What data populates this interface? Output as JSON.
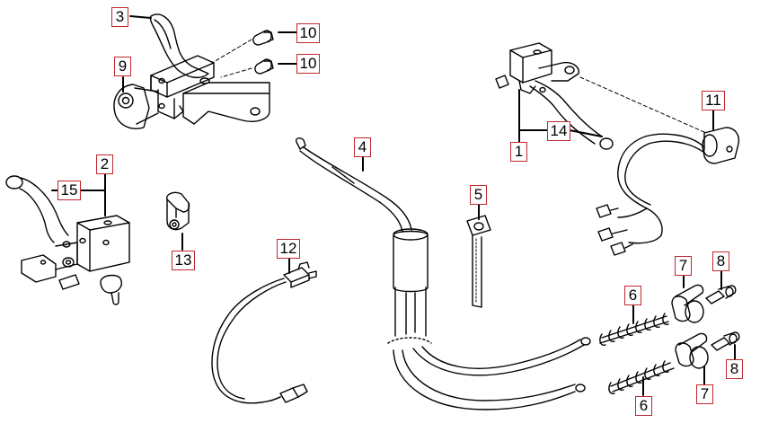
{
  "diagram": {
    "callouts": {
      "c1": "1",
      "c2": "2",
      "c3": "3",
      "c4": "4",
      "c5": "5",
      "c6a": "6",
      "c6b": "6",
      "c7a": "7",
      "c7b": "7",
      "c8a": "8",
      "c8b": "8",
      "c9": "9",
      "c10a": "10",
      "c10b": "10",
      "c11": "11",
      "c12": "12",
      "c13": "13",
      "c14": "14",
      "c15": "15"
    },
    "colors": {
      "outline": "#000000",
      "callout_border": "#c0282d",
      "background": "#ffffff"
    }
  }
}
